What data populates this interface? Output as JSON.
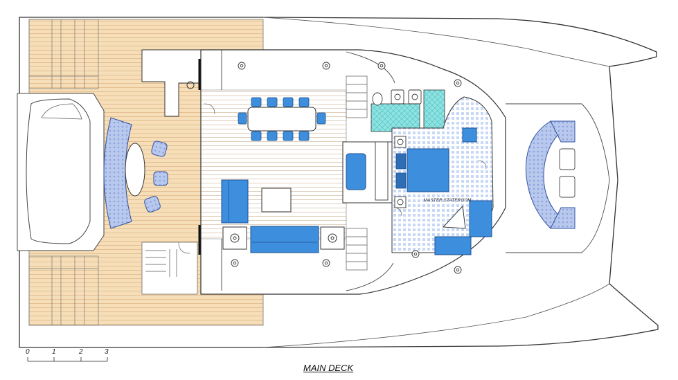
{
  "drawing": {
    "title": "MAIN DECK",
    "room_labels": {
      "master_stateroom": "MASTER STATEROOM"
    },
    "scale_bar": {
      "labels": [
        "0",
        "1",
        "2",
        "3"
      ]
    }
  },
  "colors": {
    "teak": "#f5deb8",
    "teak_line": "#e2b888",
    "salon_line": "#d7c2aa",
    "furniture_blue": "#3d8fde",
    "furniture_blue_dark": "#2f6db5",
    "carpet": "#dde8fb",
    "tile": "#8ee3e2",
    "outline": "#333333"
  }
}
